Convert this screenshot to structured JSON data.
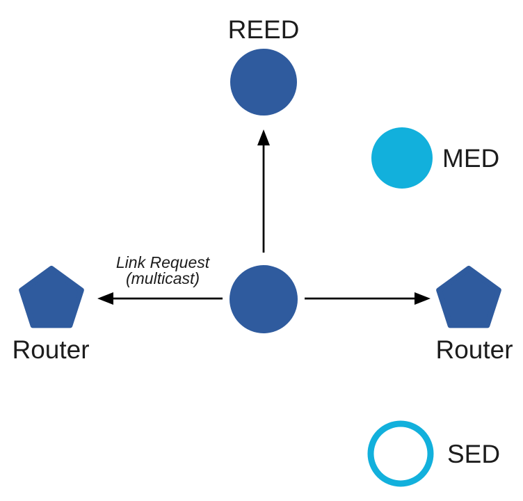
{
  "colors": {
    "router_blue": "#2F5B9E",
    "end_device_cyan": "#12B0DC",
    "arrow_black": "#000000",
    "label_text": "#1c1c1c",
    "sed_inner_white": "#ffffff",
    "background": "#ffffff"
  },
  "diagram": {
    "nodes": {
      "reed": {
        "label": "REED",
        "shape": "filled-circle"
      },
      "med": {
        "label": "MED",
        "shape": "filled-circle"
      },
      "center_device": {
        "shape": "filled-circle"
      },
      "router_left": {
        "label": "Router",
        "shape": "pentagon"
      },
      "router_right": {
        "label": "Router",
        "shape": "pentagon"
      },
      "sed": {
        "label": "SED",
        "shape": "outlined-circle"
      }
    },
    "annotation": {
      "line1": "Link Request",
      "line2": "(multicast)"
    }
  }
}
